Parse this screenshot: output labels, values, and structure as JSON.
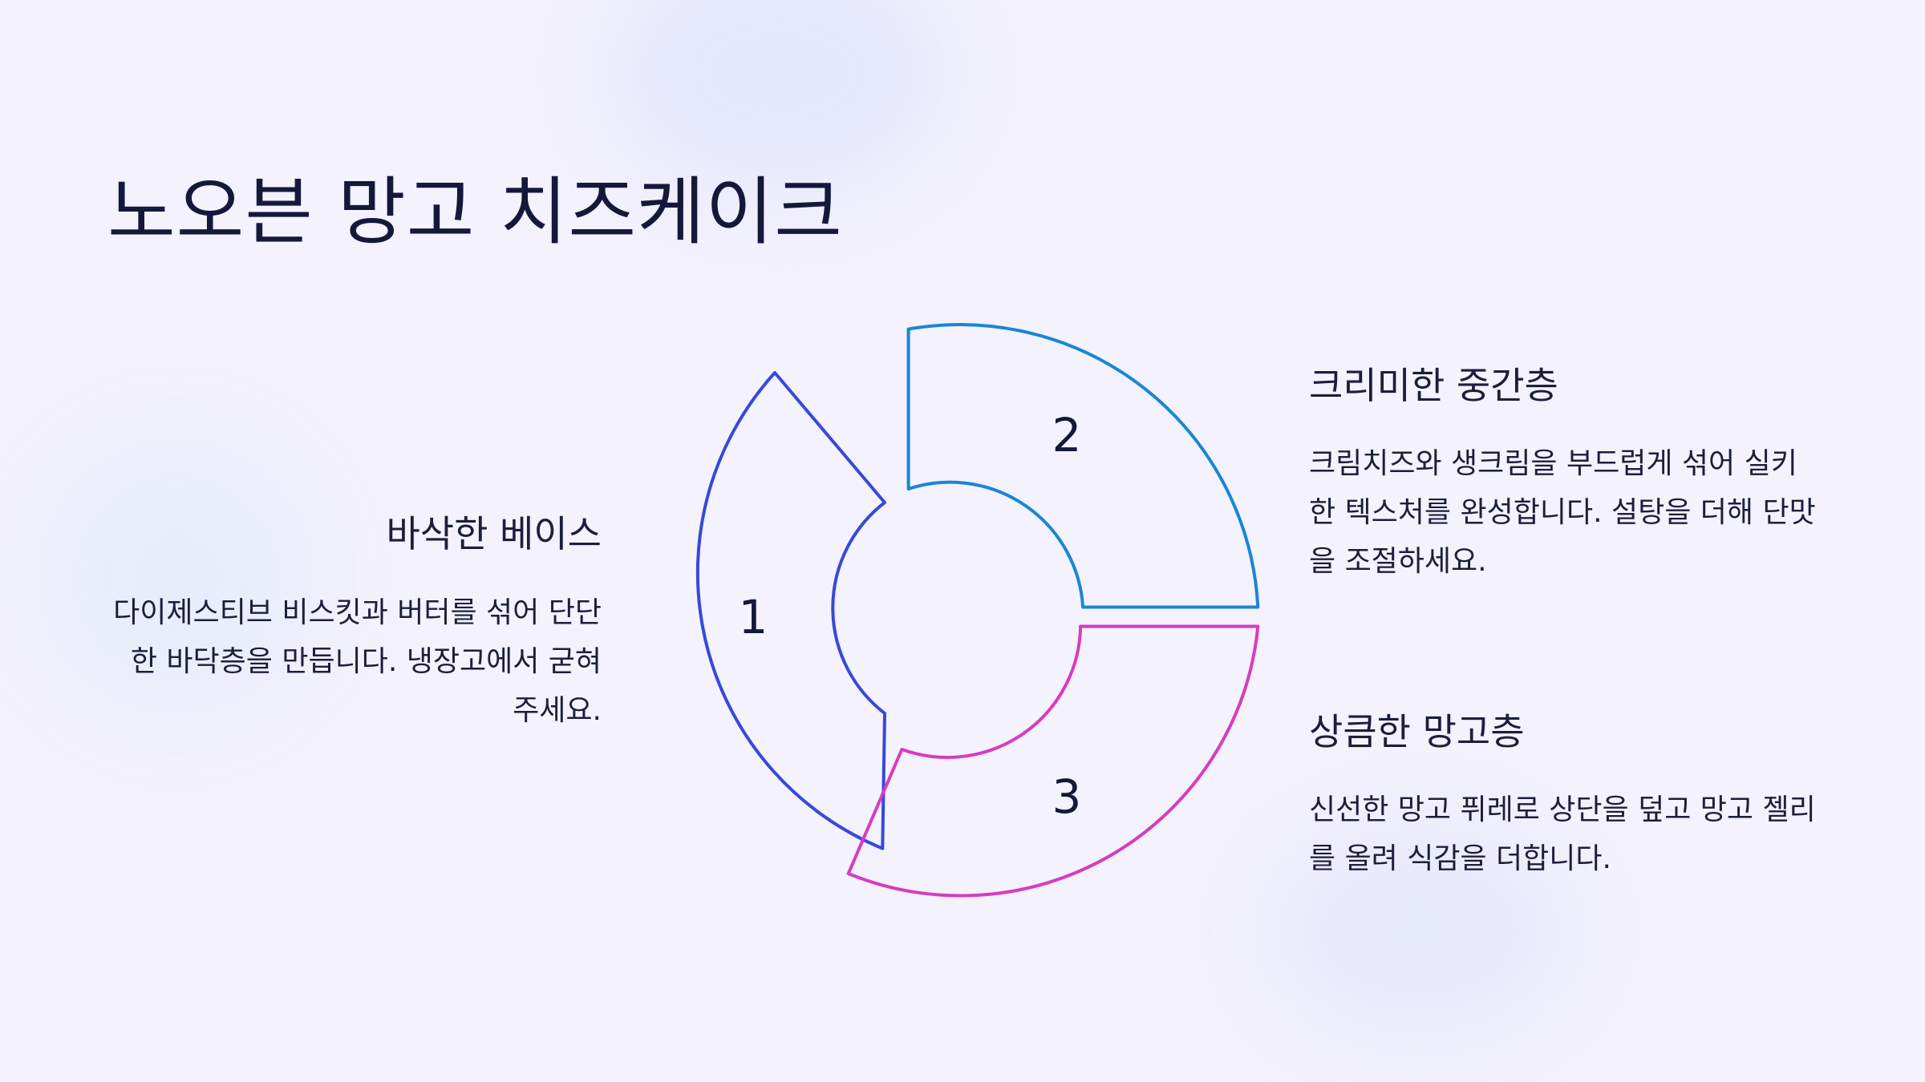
{
  "title": "노오븐 망고 치즈케이크",
  "colors": {
    "segment_1": "#3848d8",
    "segment_2": "#1a86d4",
    "segment_3": "#d63cbf"
  },
  "segments": [
    {
      "number": "1",
      "heading": "바삭한 베이스",
      "text": "다이제스티브 비스킷과 버터를 섞어 단단한 바닥층을 만듭니다. 냉장고에서 굳혀주세요."
    },
    {
      "number": "2",
      "heading": "크리미한 중간층",
      "text": "크림치즈와 생크림을 부드럽게 섞어 실키한 텍스처를 완성합니다. 설탕을 더해 단맛을 조절하세요."
    },
    {
      "number": "3",
      "heading": "상큼한 망고층",
      "text": "신선한 망고 퓌레로 상단을 덮고 망고 젤리를 올려 식감을 더합니다."
    }
  ]
}
